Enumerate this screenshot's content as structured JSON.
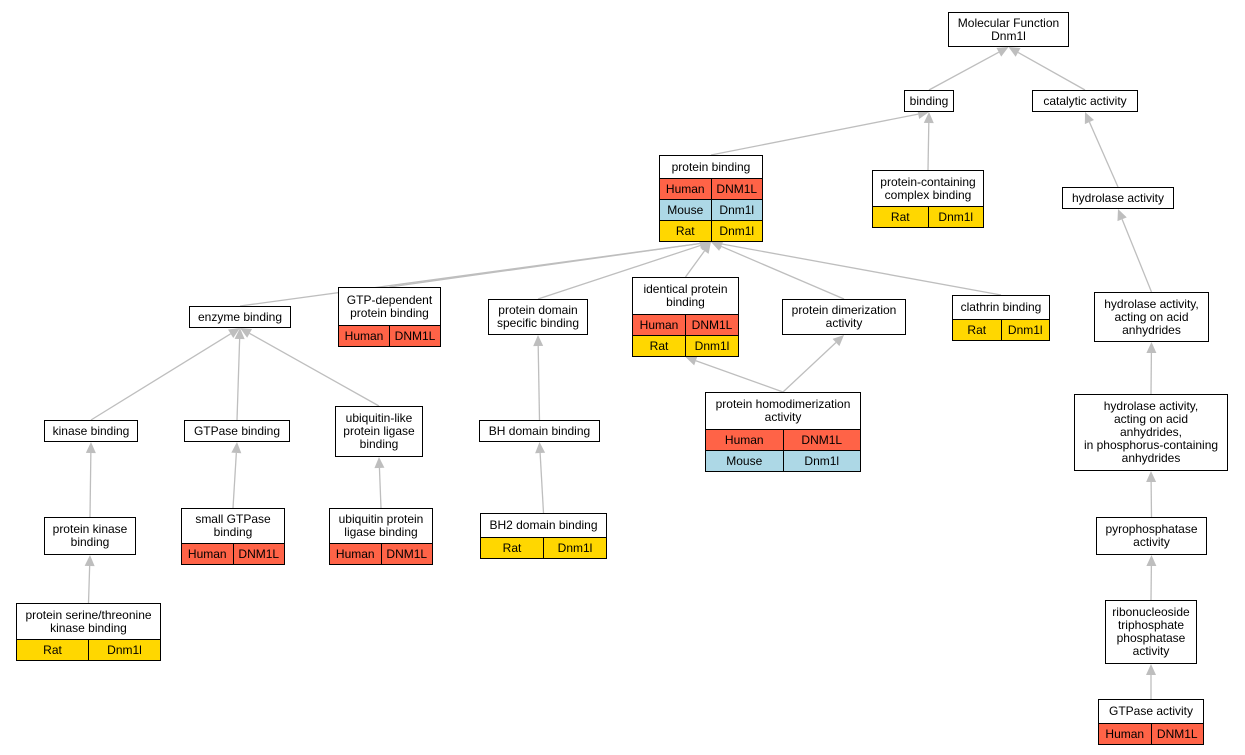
{
  "colors": {
    "human": "#FF6347",
    "mouse": "#ADD8E6",
    "rat": "#FFD700",
    "edge": "#BEBEBE",
    "border": "#000000",
    "node_bg": "#FFFFFF"
  },
  "species_color_key": {
    "Human": "human",
    "Mouse": "mouse",
    "Rat": "rat"
  },
  "nodes": [
    {
      "id": "mf",
      "label": "Molecular Function\nDnm1l",
      "annotations": []
    },
    {
      "id": "bind",
      "label": "binding",
      "annotations": []
    },
    {
      "id": "cat",
      "label": "catalytic activity",
      "annotations": []
    },
    {
      "id": "pb",
      "label": "protein binding",
      "annotations": [
        [
          "Human",
          "DNM1L"
        ],
        [
          "Mouse",
          "Dnm1l"
        ],
        [
          "Rat",
          "Dnm1l"
        ]
      ]
    },
    {
      "id": "pccb",
      "label": "protein-containing\ncomplex binding",
      "annotations": [
        [
          "Rat",
          "Dnm1l"
        ]
      ]
    },
    {
      "id": "hyd",
      "label": "hydrolase activity",
      "annotations": []
    },
    {
      "id": "enz",
      "label": "enzyme binding",
      "annotations": []
    },
    {
      "id": "gtpd",
      "label": "GTP-dependent\nprotein binding",
      "annotations": [
        [
          "Human",
          "DNM1L"
        ]
      ]
    },
    {
      "id": "pds",
      "label": "protein domain\nspecific binding",
      "annotations": []
    },
    {
      "id": "ipb",
      "label": "identical protein\nbinding",
      "annotations": [
        [
          "Human",
          "DNM1L"
        ],
        [
          "Rat",
          "Dnm1l"
        ]
      ]
    },
    {
      "id": "pdim",
      "label": "protein dimerization\nactivity",
      "annotations": []
    },
    {
      "id": "clat",
      "label": "clathrin binding",
      "annotations": [
        [
          "Rat",
          "Dnm1l"
        ]
      ]
    },
    {
      "id": "haa",
      "label": "hydrolase activity,\nacting on acid\nanhydrides",
      "annotations": []
    },
    {
      "id": "kin",
      "label": "kinase binding",
      "annotations": []
    },
    {
      "id": "gtpb",
      "label": "GTPase binding",
      "annotations": []
    },
    {
      "id": "ubl",
      "label": "ubiquitin-like\nprotein ligase\nbinding",
      "annotations": []
    },
    {
      "id": "bh",
      "label": "BH domain binding",
      "annotations": []
    },
    {
      "id": "phd",
      "label": "protein homodimerization\nactivity",
      "annotations": [
        [
          "Human",
          "DNM1L"
        ],
        [
          "Mouse",
          "Dnm1l"
        ]
      ]
    },
    {
      "id": "haap",
      "label": "hydrolase activity,\nacting on acid\nanhydrides,\nin phosphorus-containing\nanhydrides",
      "annotations": []
    },
    {
      "id": "pkb",
      "label": "protein kinase\nbinding",
      "annotations": []
    },
    {
      "id": "sgtp",
      "label": "small GTPase\nbinding",
      "annotations": [
        [
          "Human",
          "DNM1L"
        ]
      ]
    },
    {
      "id": "upl",
      "label": "ubiquitin protein\nligase binding",
      "annotations": [
        [
          "Human",
          "DNM1L"
        ]
      ]
    },
    {
      "id": "bh2",
      "label": "BH2 domain binding",
      "annotations": [
        [
          "Rat",
          "Dnm1l"
        ]
      ]
    },
    {
      "id": "ppa",
      "label": "pyrophosphatase\nactivity",
      "annotations": []
    },
    {
      "id": "pstk",
      "label": "protein serine/threonine\nkinase binding",
      "annotations": [
        [
          "Rat",
          "Dnm1l"
        ]
      ]
    },
    {
      "id": "rtp",
      "label": "ribonucleoside\ntriphosphate\nphosphatase\nactivity",
      "annotations": []
    },
    {
      "id": "gtpa",
      "label": "GTPase activity",
      "annotations": [
        [
          "Human",
          "DNM1L"
        ]
      ]
    }
  ],
  "edges": [
    [
      "bind",
      "mf"
    ],
    [
      "cat",
      "mf"
    ],
    [
      "pb",
      "bind"
    ],
    [
      "pccb",
      "bind"
    ],
    [
      "hyd",
      "cat"
    ],
    [
      "enz",
      "pb"
    ],
    [
      "gtpd",
      "pb"
    ],
    [
      "pds",
      "pb"
    ],
    [
      "ipb",
      "pb"
    ],
    [
      "pdim",
      "pb"
    ],
    [
      "clat",
      "pb"
    ],
    [
      "haa",
      "hyd"
    ],
    [
      "kin",
      "enz"
    ],
    [
      "gtpb",
      "enz"
    ],
    [
      "ubl",
      "enz"
    ],
    [
      "bh",
      "pds"
    ],
    [
      "phd",
      "ipb"
    ],
    [
      "phd",
      "pdim"
    ],
    [
      "haap",
      "haa"
    ],
    [
      "pkb",
      "kin"
    ],
    [
      "sgtp",
      "gtpb"
    ],
    [
      "upl",
      "ubl"
    ],
    [
      "bh2",
      "bh"
    ],
    [
      "ppa",
      "haap"
    ],
    [
      "pstk",
      "pkb"
    ],
    [
      "rtp",
      "ppa"
    ],
    [
      "gtpa",
      "rtp"
    ]
  ]
}
